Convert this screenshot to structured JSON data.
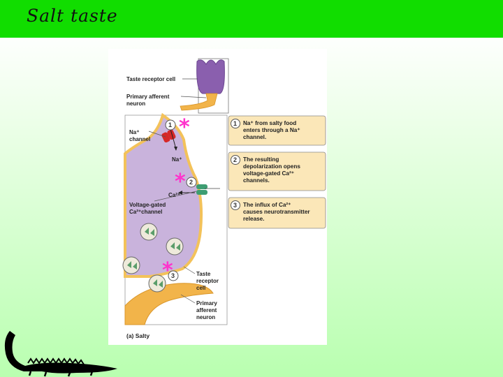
{
  "slide": {
    "title": "Salt taste"
  },
  "figure": {
    "top_labels": {
      "receptor_cell": "Taste receptor cell",
      "afferent_line1": "Primary afferent",
      "afferent_line2": "neuron"
    },
    "inner_labels": {
      "na_channel_line1": "Na⁺",
      "na_channel_line2": "channel",
      "na_ion": "Na⁺",
      "ca_ion": "Ca²⁺",
      "vg_line1": "Voltage-gated",
      "vg_line2": "Ca²⁺channel",
      "receptor_line1": "Taste",
      "receptor_line2": "receptor",
      "receptor_line3": "cell",
      "neuron_line1": "Primary",
      "neuron_line2": "afferent",
      "neuron_line3": "neuron"
    },
    "steps": [
      {
        "number": "1",
        "lines": [
          "Na⁺ from salty food",
          "enters through a Na⁺",
          "channel."
        ]
      },
      {
        "number": "2",
        "lines": [
          "The resulting",
          "depolarization opens",
          "voltage-gated Ca²⁺",
          "channels."
        ]
      },
      {
        "number": "3",
        "lines": [
          "The influx of Ca²⁺",
          "causes neurotransmitter",
          "release."
        ]
      }
    ],
    "markers": [
      "1",
      "2",
      "3"
    ],
    "asterisk": "*",
    "caption": "(a) Salty"
  },
  "colors": {
    "title_bar": "#11dd00",
    "cell_fill": "#c9b3dc",
    "cell_border": "#f3c25a",
    "step_box": "#fbe7b8",
    "asterisk": "#ff33cc",
    "channel_red": "#d62828",
    "channel_green": "#3d9d72"
  },
  "icons": [
    "crocodile-logo-icon"
  ]
}
